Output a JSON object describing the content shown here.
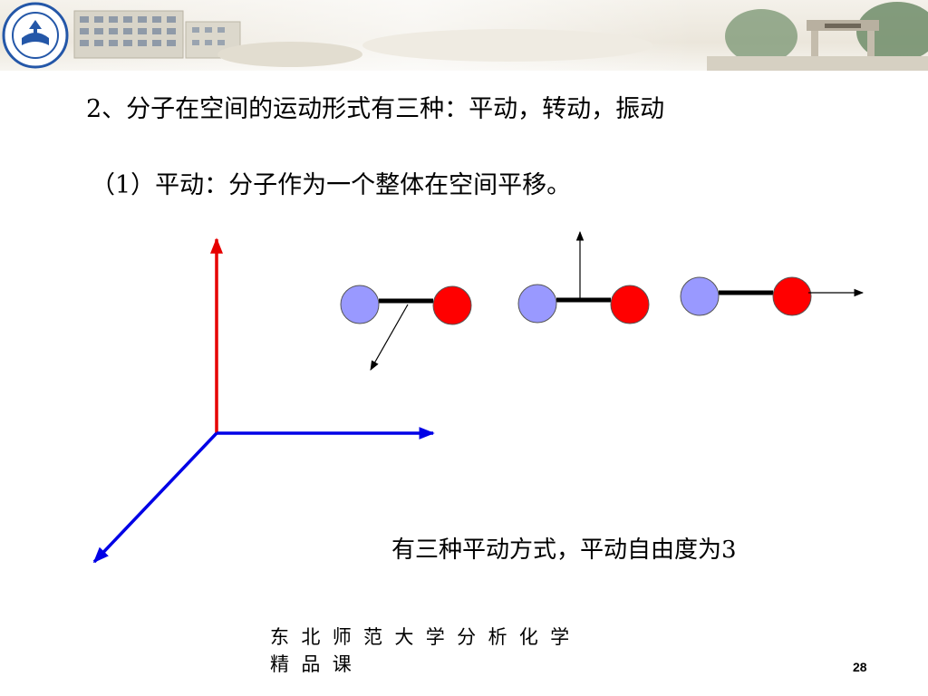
{
  "slide": {
    "title": "2、分子在空间的运动形式有三种：平动，转动，振动",
    "subtitle": "（1）平动：分子作为一个整体在空间平移。",
    "caption": "有三种平动方式，平动自由度为3",
    "footer_line1": "东  北  师  范  大  学  分  析  化  学",
    "footer_line2": "精  品  课",
    "page_number": "28"
  },
  "colors": {
    "atom_blue": "#9999ff",
    "atom_red": "#ff0000",
    "axis_red": "#e60000",
    "axis_blue": "#0000e6",
    "bond": "#000000"
  },
  "icons": {
    "logo": "university-seal-icon"
  }
}
